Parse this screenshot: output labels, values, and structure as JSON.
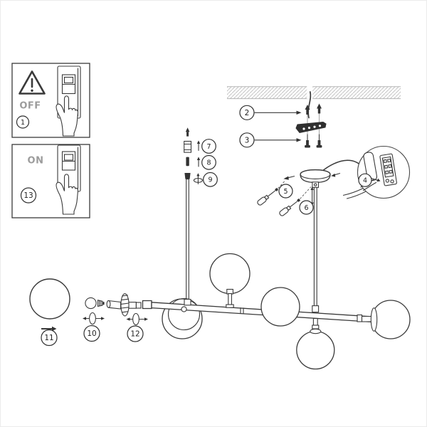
{
  "panels": {
    "off": {
      "step": "1",
      "label": "OFF"
    },
    "on": {
      "step": "13",
      "label": "ON"
    }
  },
  "steps": {
    "s2": "2",
    "s3": "3",
    "s4": "4",
    "s5": "5",
    "s6": "6",
    "s7": "7",
    "s8": "8",
    "s9": "9",
    "s10": "10",
    "s11": "11",
    "s12": "12"
  },
  "colors": {
    "line": "#3a3a3a",
    "label_text": "#222222",
    "state_text": "#9c9c9c",
    "ceiling_hatch": "#c4c4c4",
    "dark_fill": "#333333"
  }
}
